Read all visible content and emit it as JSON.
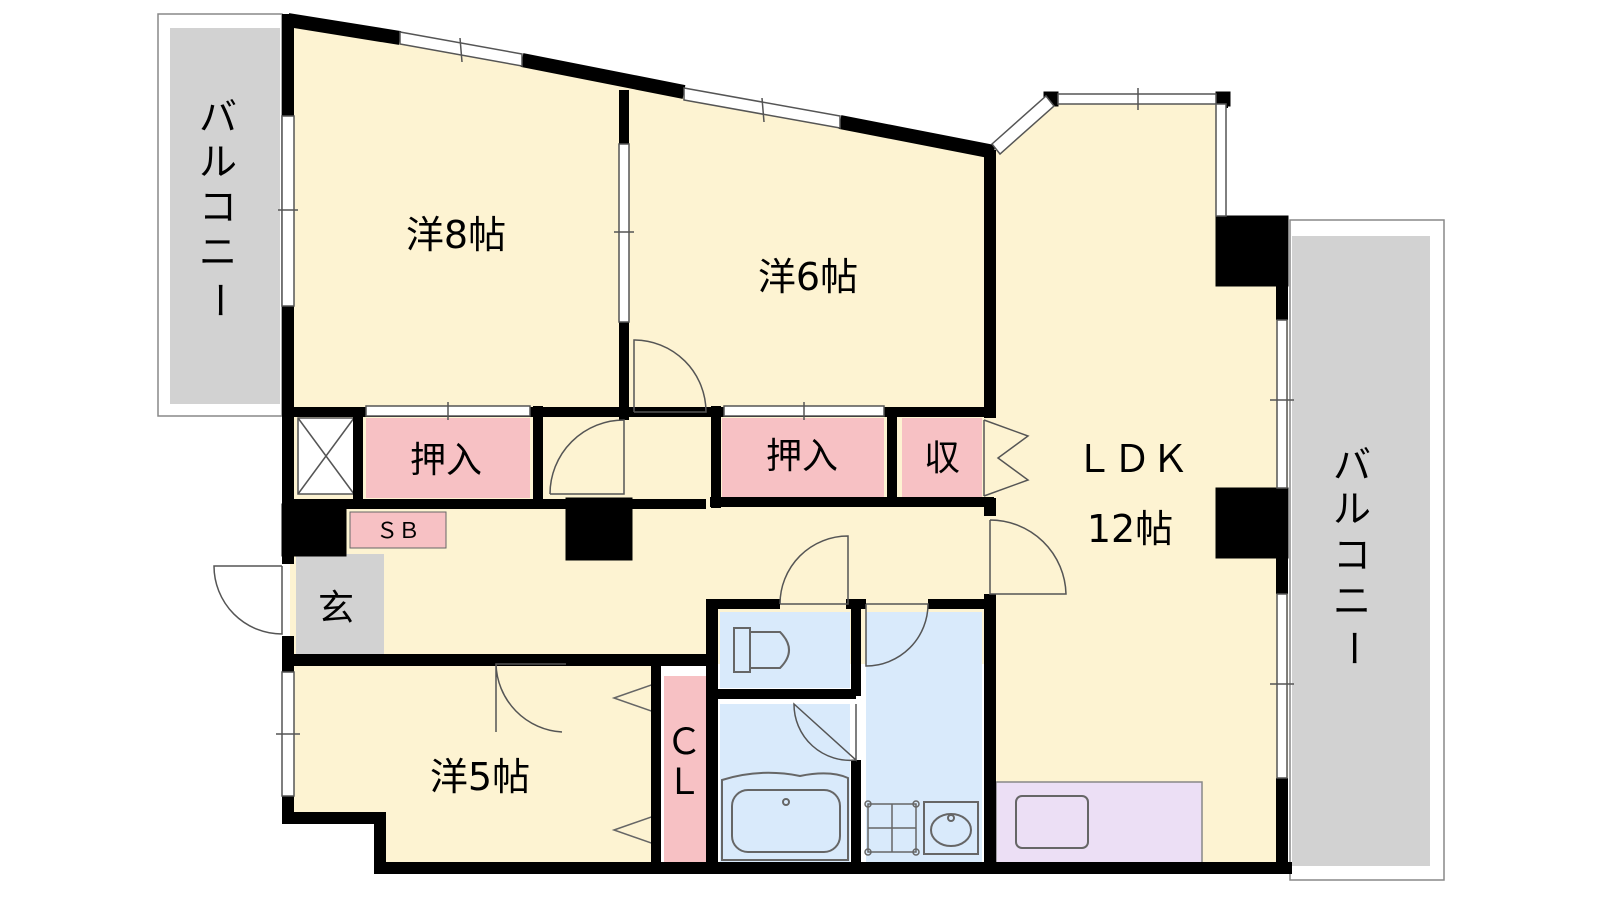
{
  "floorplan": {
    "rooms": {
      "western_8": "洋8帖",
      "western_6": "洋6帖",
      "western_5": "洋5帖",
      "ldk": "ＬＤＫ",
      "ldk_size": "12帖",
      "entrance": "玄",
      "shoe_box": "ＳＢ",
      "closet_1": "押入",
      "closet_2": "押入",
      "storage": "収",
      "cl_1": "Ｃ",
      "cl_2": "Ｌ"
    },
    "balconies": {
      "left": [
        "バ",
        "ル",
        "コ",
        "ニ",
        "ー"
      ],
      "right": [
        "バ",
        "ル",
        "コ",
        "ニ",
        "ー"
      ]
    },
    "colors": {
      "room": "#fdf3d2",
      "closet": "#f7c1c4",
      "wet": "#d9eafb",
      "kitchen": "#ecdff5",
      "balcony": "#d2d2d2",
      "entrance": "#d2d2d2",
      "wall": "#000000"
    }
  }
}
